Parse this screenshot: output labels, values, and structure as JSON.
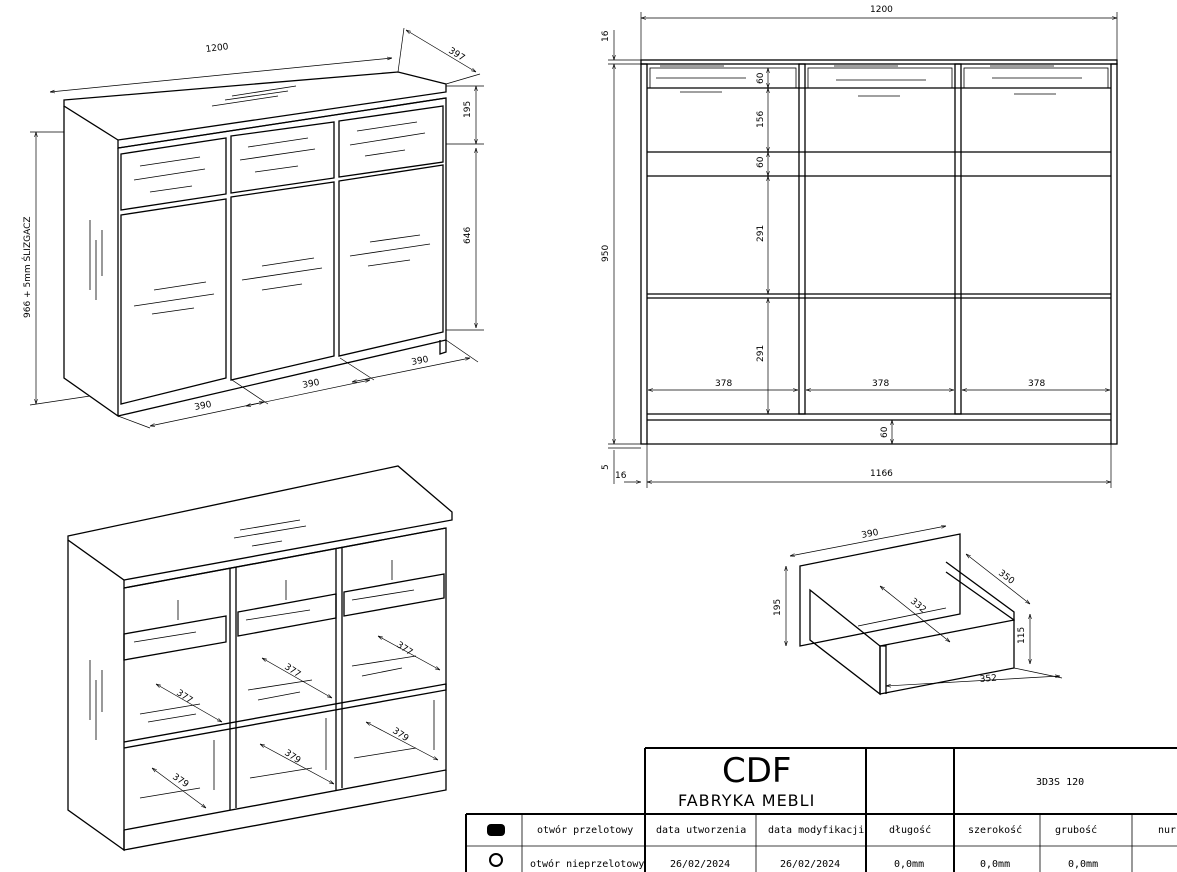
{
  "dims": {
    "top_width": "1200",
    "top_depth": "397",
    "drawer_h": "195",
    "door_h": "646",
    "height_note": "966 + 5mm ŚLIZGACZ",
    "bottom_a": "390",
    "bottom_b": "390",
    "bottom_c": "390",
    "front_top": "1200",
    "front_16": "16",
    "front_950": "950",
    "front_60a": "60",
    "front_156": "156",
    "front_60b": "60",
    "front_291a": "291",
    "front_291b": "291",
    "front_60c": "60",
    "front_378a": "378",
    "front_378b": "378",
    "front_378c": "378",
    "front_5": "5",
    "front_16b": "16",
    "front_1166": "1166",
    "inner_377a": "377",
    "inner_377b": "377",
    "inner_377c": "377",
    "inner_379a": "379",
    "inner_379b": "379",
    "inner_379c": "379",
    "drawer_390": "390",
    "drawer_350": "350",
    "drawer_332": "332",
    "drawer_195": "195",
    "drawer_115": "115",
    "drawer_352": "352"
  },
  "title_block": {
    "logo": "CDF",
    "company": "FABRYKA MEBLI",
    "model": "3D3S 120",
    "legend_through": "otwór przelotowy",
    "legend_blind": "otwór nieprzelotowy",
    "col_created": "data utworzenia",
    "col_modified": "data modyfikacji",
    "col_length": "długość",
    "col_width": "szerokość",
    "col_thickness": "grubość",
    "col_number": "nur",
    "created": "26/02/2024",
    "modified": "26/02/2024",
    "length": "0,0mm",
    "width": "0,0mm",
    "thickness": "0,0mm"
  }
}
